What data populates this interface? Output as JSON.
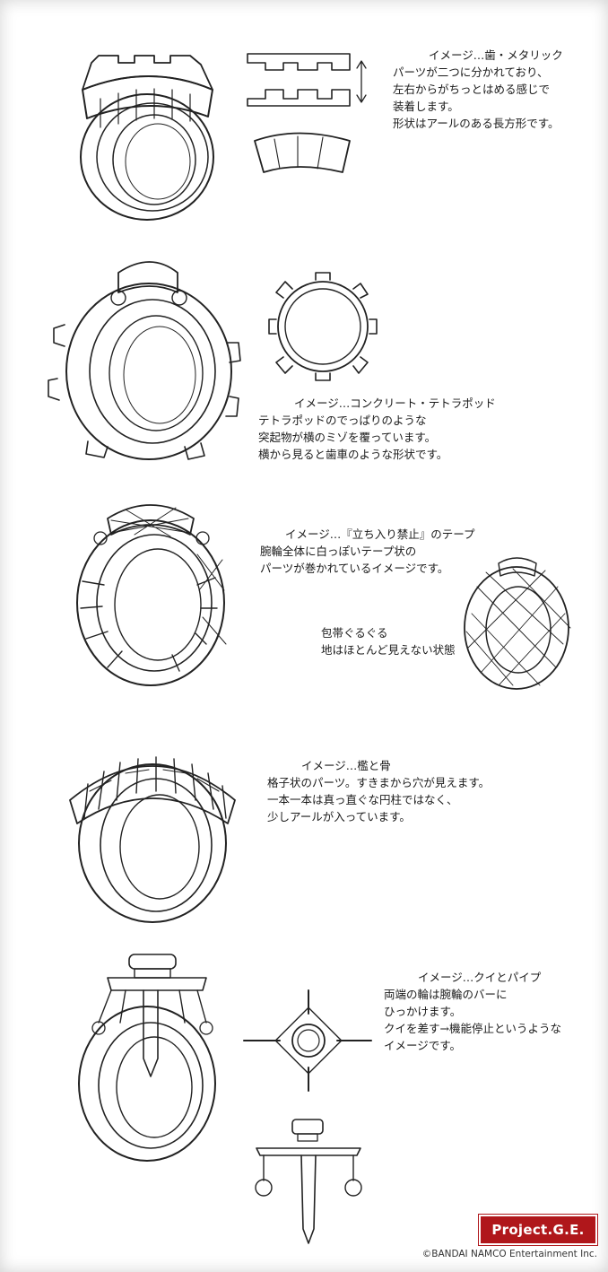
{
  "sections": [
    {
      "title": "イメージ…歯・メタリック",
      "lines": [
        "パーツが二つに分かれており、",
        "左右からがちっとはめる感じで",
        "装着します。",
        "形状はアールのある長方形です。"
      ]
    },
    {
      "title": "イメージ…コンクリート・テトラポッド",
      "lines": [
        "テトラポッドのでっぱりのような",
        "突起物が横のミゾを覆っています。",
        "横から見ると歯車のような形状です。"
      ]
    },
    {
      "title": "イメージ…『立ち入り禁止』のテープ",
      "lines": [
        "腕輪全体に白っぽいテープ状の",
        "パーツが巻かれているイメージです。"
      ],
      "extra_lines": [
        "包帯ぐるぐる",
        "地はほとんど見えない状態"
      ]
    },
    {
      "title": "イメージ…檻と骨",
      "lines": [
        "格子状のパーツ。すきまから穴が見えます。",
        "一本一本は真っ直ぐな円柱ではなく、",
        "少しアールが入っています。"
      ]
    },
    {
      "title": "イメージ…クイとパイプ",
      "lines": [
        "両端の輪は腕輪のバーに",
        "ひっかけます。",
        "クイを差す→機能停止というような",
        "イメージです。"
      ]
    }
  ],
  "footer": {
    "badge": "Project.G.E.",
    "copyright": "©BANDAI NAMCO Entertainment Inc."
  },
  "icons": {
    "sketch_1_main": "bracelet-metallic-teeth-sketch",
    "sketch_1_parts": "interlocking-halves-sketch",
    "sketch_2_main": "bracelet-tetrapod-sketch",
    "sketch_2_side": "gear-ring-sketch",
    "sketch_3_main": "bracelet-tape-sketch",
    "sketch_3_side": "bandaged-ring-sketch",
    "sketch_4_main": "bracelet-cage-bone-sketch",
    "sketch_5_main": "bracelet-stake-pipe-sketch",
    "sketch_5_top": "stake-top-view-sketch",
    "sketch_5_detail": "stake-with-rings-sketch"
  }
}
